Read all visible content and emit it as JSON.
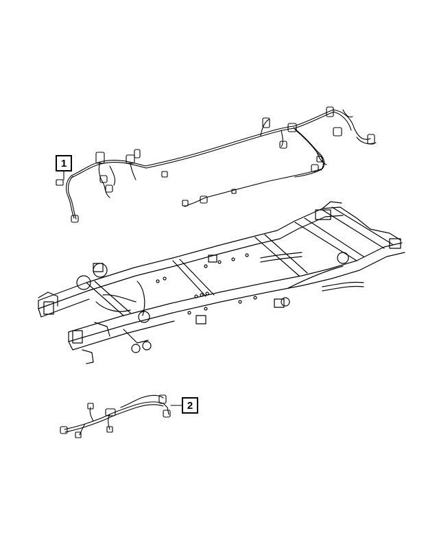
{
  "callouts": [
    {
      "number": "1"
    },
    {
      "number": "2"
    }
  ],
  "colors": {
    "line": "#000000",
    "background": "#ffffff"
  },
  "icons": [
    "wiring-harness-chassis",
    "vehicle-frame-assembly",
    "wiring-harness-trailer-tow"
  ]
}
